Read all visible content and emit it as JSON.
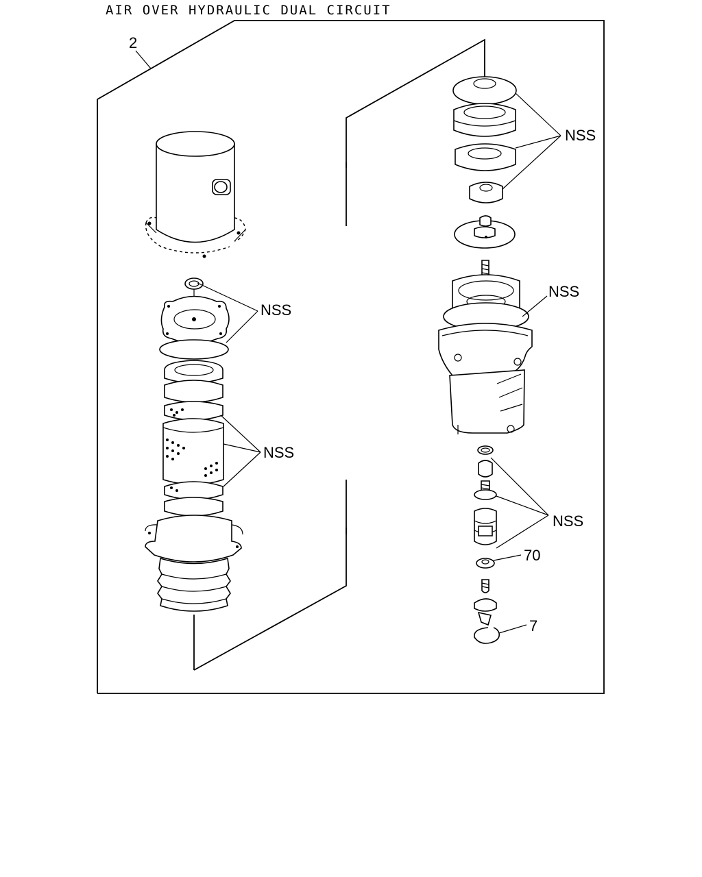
{
  "title": "AIR OVER HYDRAULIC DUAL CIRCUIT",
  "callouts": {
    "assembly": "2",
    "nss_top_right": "NSS",
    "nss_body_right": "NSS",
    "nss_upper_left": "NSS",
    "nss_middle_left": "NSS",
    "nss_lower_right": "NSS",
    "part_70": "70",
    "part_7": "7"
  }
}
